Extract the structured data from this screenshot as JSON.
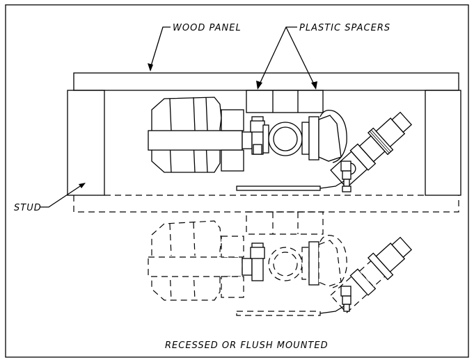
{
  "labels": {
    "wood_panel": "WOOD PANEL",
    "plastic_spacers": "PLASTIC SPACERS",
    "stud": "STUD",
    "caption": "RECESSED OR FLUSH MOUNTED"
  }
}
